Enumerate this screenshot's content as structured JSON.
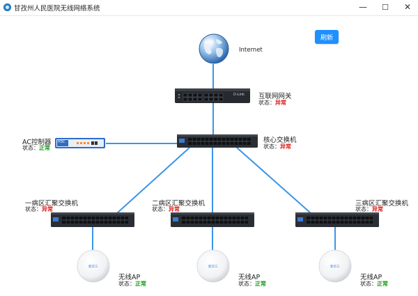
{
  "window": {
    "title": "甘孜州人民医院无线网络系统",
    "min_glyph": "—",
    "max_glyph": "☐",
    "close_glyph": "✕"
  },
  "toolbar": {
    "refresh_label": "刷新"
  },
  "status_prefix": "状态：",
  "colors": {
    "link": "#3a95e8",
    "status_bad": "#e0201c",
    "status_ok": "#1a9a1a",
    "button": "#1e90ff"
  },
  "nodes": {
    "internet": {
      "label": "Internet"
    },
    "gateway": {
      "label": "互联网网关",
      "status": "异常",
      "state": "bad",
      "brand": "D-Link"
    },
    "ac": {
      "label": "AC控制器",
      "status": "正常",
      "state": "ok",
      "brand": "H3C"
    },
    "core": {
      "label": "核心交换机",
      "status": "异常",
      "state": "bad"
    },
    "agg1": {
      "label": "一病区汇聚交换机",
      "status": "异常",
      "state": "bad"
    },
    "agg2": {
      "label": "二病区汇聚交换机",
      "status": "异常",
      "state": "bad"
    },
    "agg3": {
      "label": "三病区汇聚交换机",
      "status": "异常",
      "state": "bad"
    },
    "ap1": {
      "label": "无线AP",
      "status": "正常",
      "state": "ok",
      "logo": "新华三"
    },
    "ap2": {
      "label": "无线AP",
      "status": "正常",
      "state": "ok",
      "logo": "新华三"
    },
    "ap3": {
      "label": "无线AP",
      "status": "正常",
      "state": "ok",
      "logo": "新华三"
    }
  }
}
